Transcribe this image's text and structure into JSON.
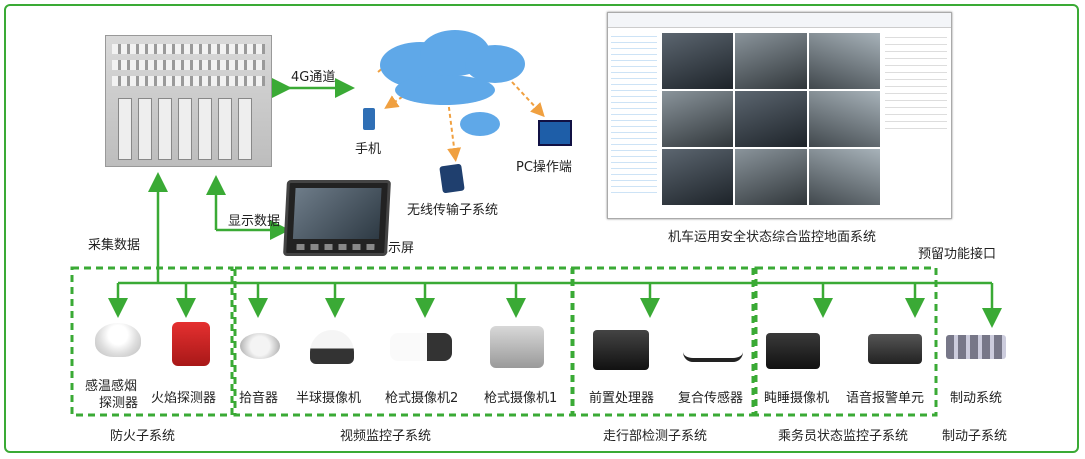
{
  "top": {
    "link_4g": "4G通道",
    "phone": "手机",
    "pc": "PC操作端",
    "wireless": "无线传输子系统",
    "collect": "采集数据",
    "show_data": "显示数据",
    "display": "显示屏",
    "ground_system": "机车运用安全状态综合监控地面系统",
    "reserved": "预留功能接口"
  },
  "devices": {
    "smoke_l1": "感温感烟",
    "smoke_l2": "探测器",
    "flame": "火焰探测器",
    "pickup": "拾音器",
    "dome": "半球摄像机",
    "gun2": "枪式摄像机2",
    "gun1": "枪式摄像机1",
    "proc": "前置处理器",
    "sensor": "复合传感器",
    "doze_cam": "盹睡摄像机",
    "voice_alarm": "语音报警单元",
    "brake": "制动系统"
  },
  "subsystems": {
    "fire": "防火子系统",
    "video": "视频监控子系统",
    "running": "走行部检测子系统",
    "crew": "乘务员状态监控子系统",
    "brake": "制动子系统"
  },
  "colors": {
    "frame": "#3aaa35",
    "arrow": "#3aaa35",
    "cloud": "#5fa8e8",
    "dashed_arrow": "#f0a040"
  }
}
